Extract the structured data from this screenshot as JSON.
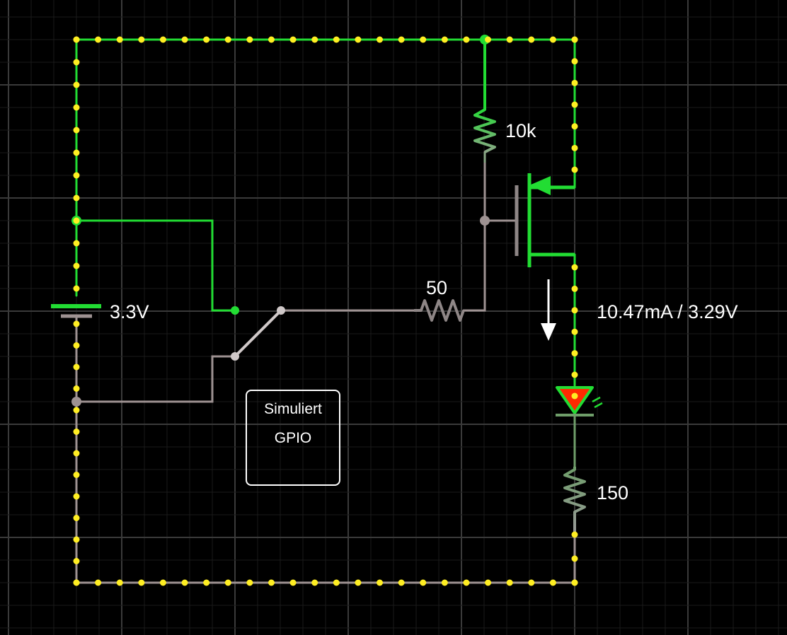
{
  "components": {
    "battery": {
      "label": "3.3V"
    },
    "pullup_resistor": {
      "label": "10k"
    },
    "gate_resistor": {
      "label": "50"
    },
    "led_resistor": {
      "label": "150"
    },
    "led_reading": {
      "label": "10.47mA / 3.29V"
    },
    "gpio_button": {
      "line1": "Simuliert",
      "line2": "GPIO"
    }
  },
  "colors": {
    "background": "#000000",
    "grid_minor": "#1a1a1a",
    "grid_major": "#3a3a3a",
    "wire_live": "#22dd33",
    "wire_off": "#9e9292",
    "current_dot": "#ffee22",
    "resistor_off": "#8e8686",
    "resistor_mid": "#6f9e6a",
    "led_body": "#ff2a00",
    "label": "#ffffff"
  }
}
